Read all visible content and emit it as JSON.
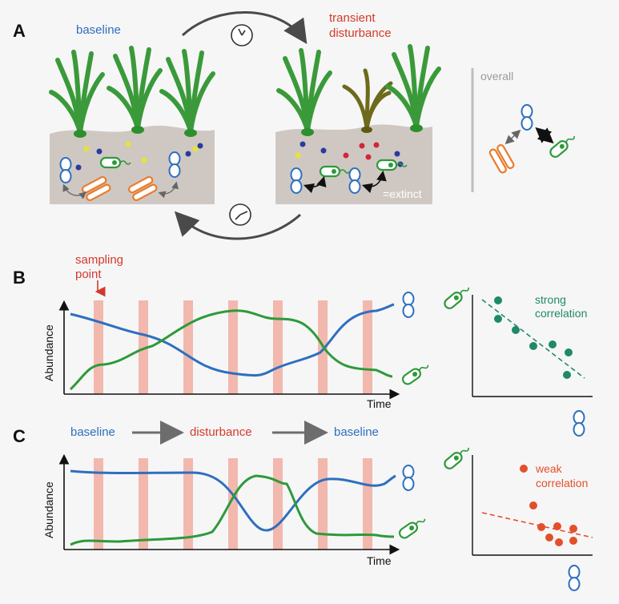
{
  "panels": {
    "a": "A",
    "b": "B",
    "c": "C"
  },
  "panel_a": {
    "baseline_label": "baseline",
    "disturbance_label_line1": "transient",
    "disturbance_label_line2": "disturbance",
    "extinct_label": "=extinct",
    "overall_label": "overall"
  },
  "panel_b": {
    "sampling_label_line1": "sampling",
    "sampling_label_line2": "point",
    "ylabel": "Abundance",
    "xlabel": "Time",
    "corr_line1": "strong",
    "corr_line2": "correlation"
  },
  "panel_c": {
    "phase1": "baseline",
    "phase2": "disturbance",
    "phase3": "baseline",
    "ylabel": "Abundance",
    "xlabel": "Time",
    "corr_line1": "weak",
    "corr_line2": "correlation"
  },
  "colors": {
    "blue_series": "#2e6fbf",
    "green_series": "#2d9a3a",
    "sampling_bar": "#f2b8ae",
    "strong_points": "#1f8a6a",
    "weak_points": "#e2502b"
  }
}
